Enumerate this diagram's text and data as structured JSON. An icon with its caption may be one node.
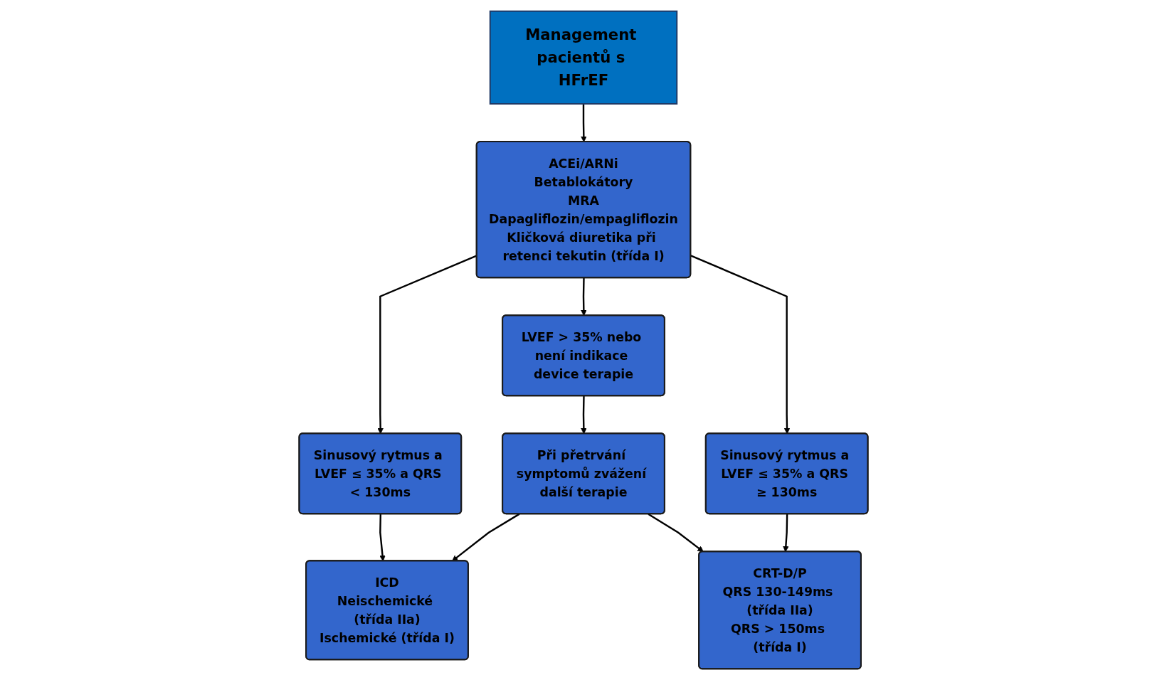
{
  "diagram": {
    "nodes": [
      {
        "text": [
          "Management pacientů s HFrEF"
        ]
      },
      {
        "text": [
          "ACEi/ARNi",
          "Betablokátory",
          "MRA",
          "Dapagliflozin/empagliflozin",
          "Kličková diuretika při retenci tekutin (třída I)"
        ]
      },
      {
        "text": [
          "Sinusový rytmus a LVEF ≤ 35% a QRS < 130ms"
        ]
      },
      {
        "text": [
          "LVEF > 35% nebo není indikace device terapie"
        ]
      },
      {
        "text": [
          "Sinusový rytmus a LVEF ≤ 35% a QRS ≥ 130ms"
        ]
      },
      {
        "text": [
          "ICD",
          "Neischemické (třída IIa)",
          "Ischemické (třída I)"
        ]
      },
      {
        "text": [
          "CRT-D/P",
          "QRS 130-149ms (třída IIa)",
          "QRS > 150ms (třída I)"
        ]
      },
      {
        "text": [
          "Při přetrvání symptomů zvážení další terapie"
        ]
      }
    ],
    "edges": [
      {
        "from": 0,
        "to": 1,
        "arrow": "to"
      },
      {
        "from": 1,
        "to": 2,
        "arrow": "to"
      },
      {
        "from": 1,
        "to": 3,
        "arrow": "to"
      },
      {
        "from": 1,
        "to": 4,
        "arrow": "to"
      },
      {
        "from": 2,
        "to": 5,
        "arrow": "to"
      },
      {
        "from": 4,
        "to": 6,
        "arrow": "to"
      },
      {
        "from": 3,
        "to": 7,
        "arrow": "to"
      },
      {
        "from": 7,
        "to": 5,
        "arrow": "to"
      },
      {
        "from": 7,
        "to": 6,
        "arrow": "to"
      }
    ]
  }
}
